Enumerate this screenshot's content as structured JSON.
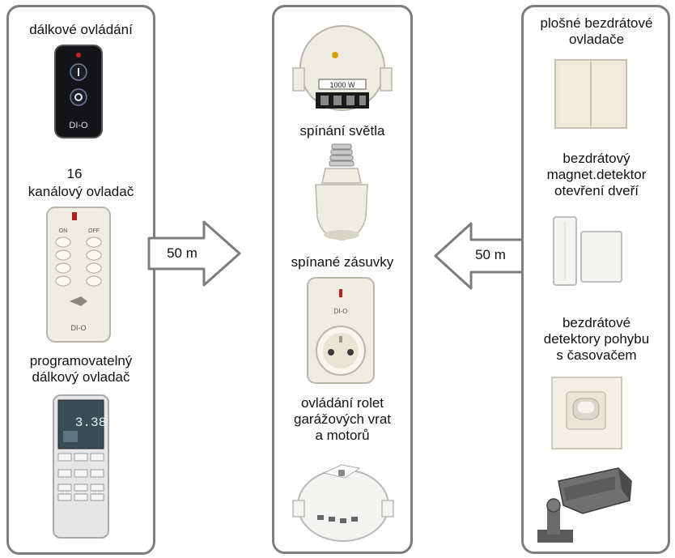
{
  "left": {
    "items": [
      {
        "label": "dálkové ovládání",
        "icon": "black-remote-control-icon",
        "brand": "DI-O"
      },
      {
        "label_top": "16",
        "label": "kanálový ovladač",
        "icon": "16-channel-remote-icon",
        "keys_on": "ON",
        "keys_off": "OFF",
        "brand": "DI-O"
      },
      {
        "label": "programovatelný\ndálkový ovladač",
        "icon": "programmable-remote-icon",
        "display": "3.38"
      }
    ]
  },
  "center": {
    "items": [
      {
        "label": "spínání světla",
        "icon": "light-switch-module-icon",
        "module_text": "1000 W"
      },
      {
        "label": "spínané zásuvky",
        "icon": "switched-socket-icon",
        "brand": "DI-O"
      },
      {
        "label": "ovládání rolet\ngarážových vrat\na motorů",
        "icon": "shutter-motor-module-icon"
      }
    ],
    "bulb_adapter_icon": "lamp-socket-adapter-icon"
  },
  "right": {
    "items": [
      {
        "label": "plošné bezdrátové\novladače",
        "icon": "wall-switch-icon"
      },
      {
        "label": "bezdrátový\nmagnet.detektor\notevření dveří",
        "icon": "magnetic-door-sensor-icon"
      },
      {
        "label": "bezdrátové\ndetektory pohybu\ns časovačem",
        "icon": "motion-detector-icon"
      }
    ],
    "outdoor_detector_icon": "outdoor-motion-detector-icon"
  },
  "arrows": {
    "left_to_center": "50 m",
    "right_to_center": "50 m"
  },
  "colors": {
    "border": "#7d7d7d",
    "device": "#efece2",
    "remote_black": "#141418"
  }
}
